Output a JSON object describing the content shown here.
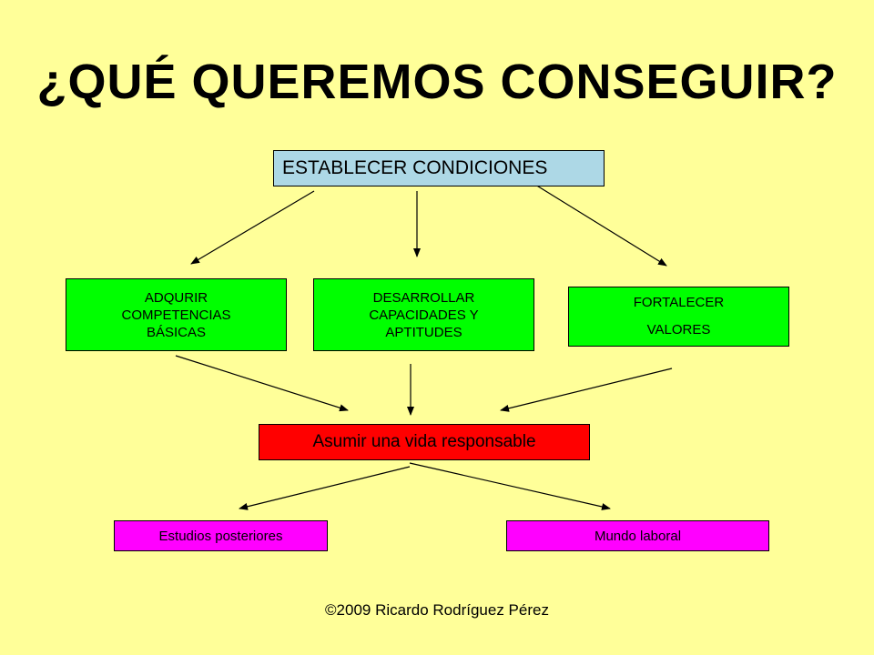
{
  "title": "¿QUÉ QUEREMOS CONSEGUIR?",
  "nodes": {
    "root": "ESTABLECER CONDICIONES",
    "competencias": "ADQURIR COMPETENCIAS BÁSICAS",
    "capacidades": "DESARROLLAR CAPACIDADES Y APTITUDES",
    "valores_line1": "FORTALECER",
    "valores_line2": "VALORES",
    "vida": "Asumir una vida responsable",
    "estudios": "Estudios posteriores",
    "laboral": "Mundo laboral"
  },
  "footer": "©2009 Ricardo Rodríguez Pérez"
}
